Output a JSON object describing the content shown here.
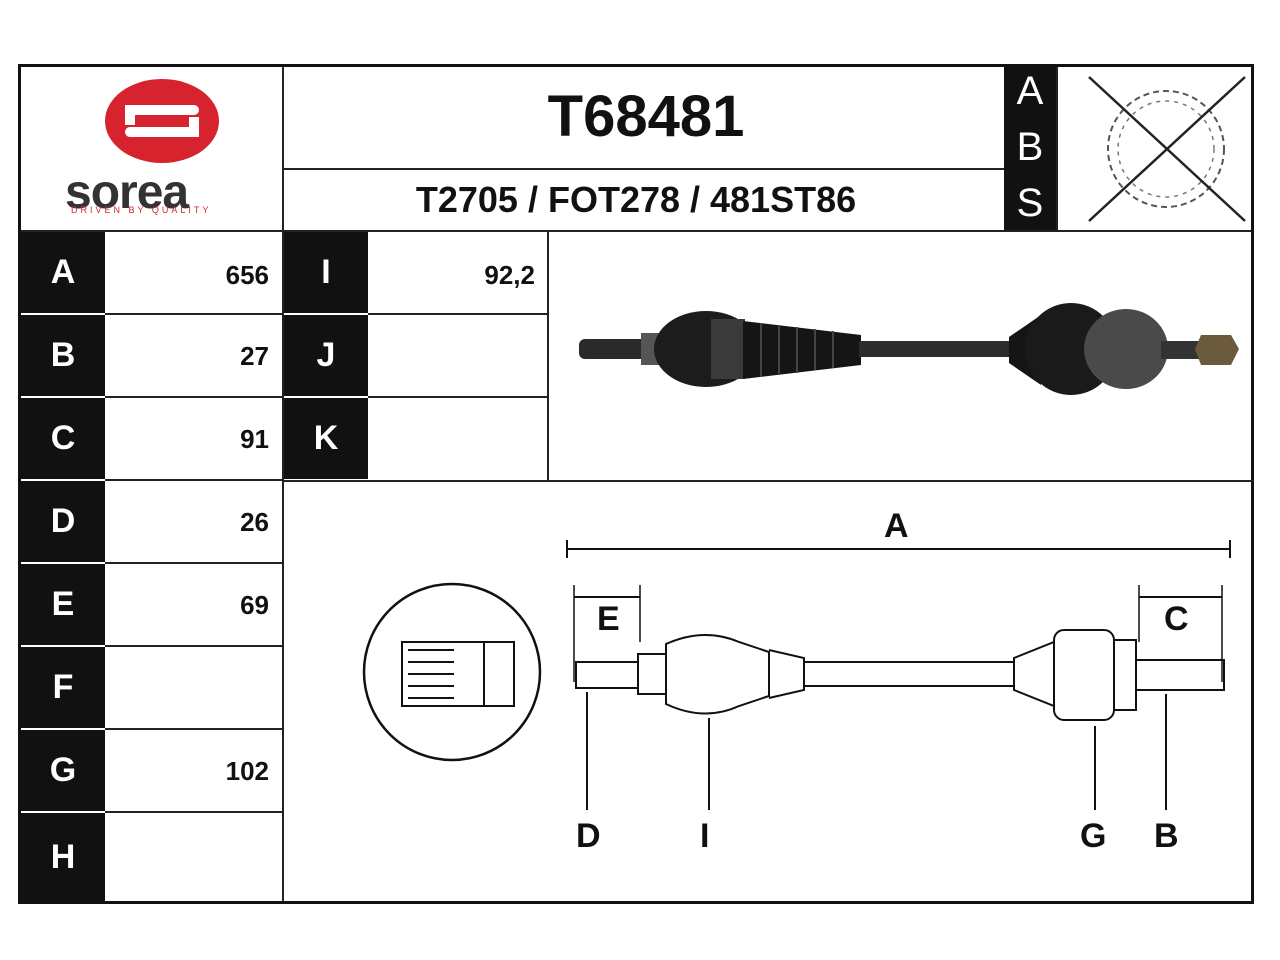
{
  "logo": {
    "brand": "sorea",
    "tagline": "DRIVEN BY QUALITY",
    "colors": {
      "mark": "#d7232e",
      "word": "#333333"
    }
  },
  "part": {
    "number": "T68481",
    "cross_references": "T2705 / FOT278 / 481ST86"
  },
  "abs": {
    "letters": [
      "A",
      "B",
      "S"
    ],
    "icon": "abs-ring-crossed-icon"
  },
  "dimensions_left": [
    {
      "label": "A",
      "value": "656"
    },
    {
      "label": "B",
      "value": "27"
    },
    {
      "label": "C",
      "value": "91"
    },
    {
      "label": "D",
      "value": "26"
    },
    {
      "label": "E",
      "value": "69"
    },
    {
      "label": "F",
      "value": ""
    },
    {
      "label": "G",
      "value": "102"
    },
    {
      "label": "H",
      "value": ""
    }
  ],
  "dimensions_right": [
    {
      "label": "I",
      "value": "92,2"
    },
    {
      "label": "J",
      "value": ""
    },
    {
      "label": "K",
      "value": ""
    }
  ],
  "diagram": {
    "labels": {
      "A": "A",
      "B": "B",
      "C": "C",
      "D": "D",
      "E": "E",
      "G": "G",
      "I": "I"
    }
  }
}
